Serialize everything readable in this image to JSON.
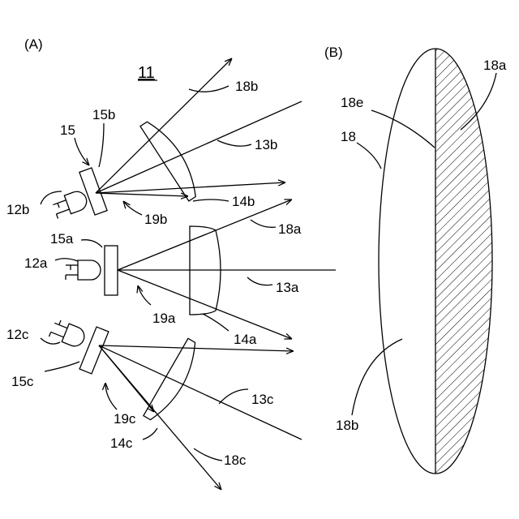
{
  "panels": {
    "a": "(A)",
    "b": "(B)"
  },
  "labels": {
    "fig": "11",
    "n15": "15",
    "n15b": "15b",
    "n15a": "15a",
    "n15c": "15c",
    "n12b": "12b",
    "n12a": "12a",
    "n12c": "12c",
    "n18b": "18b",
    "n13b": "13b",
    "n14b": "14b",
    "n19b": "19b",
    "n18a": "18a",
    "n13a": "13a",
    "n14a": "14a",
    "n19a": "19a",
    "n13c": "13c",
    "n19c": "19c",
    "n14c": "14c",
    "n18c": "18c",
    "b18a": "18a",
    "b18e": "18e",
    "b18": "18",
    "b18b": "18b"
  },
  "colors": {
    "line": "#000000",
    "background": "#ffffff"
  }
}
